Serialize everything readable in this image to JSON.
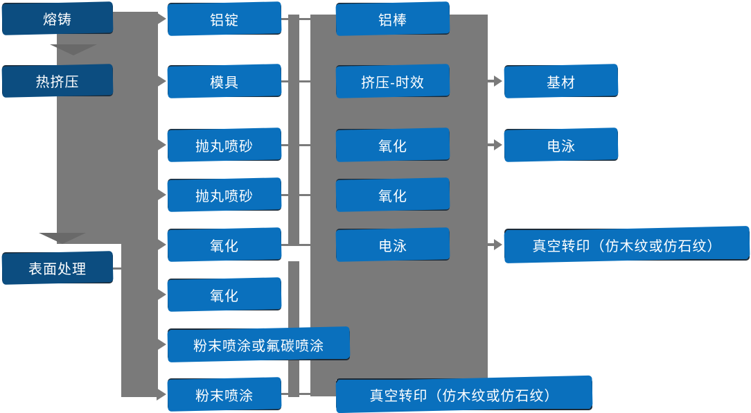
{
  "diagram": {
    "type": "flowchart",
    "language": "zh-CN",
    "colors": {
      "process_box": "#0a70bd",
      "stage_box": "#0c4d80",
      "box_border": "#1d2a36",
      "connector_gray": "#7a7a7a",
      "arrow_dark_gray": "#696969",
      "text": "#ffffff",
      "background": "#ffffff"
    },
    "nodes": {
      "melt_cast": {
        "label": "熔铸"
      },
      "hot_extrusion": {
        "label": "热挤压"
      },
      "surface_treatment": {
        "label": "表面处理"
      },
      "al_ingot": {
        "label": "铝锭"
      },
      "mold": {
        "label": "模具"
      },
      "shot_blast_1": {
        "label": "抛丸喷砂"
      },
      "shot_blast_2": {
        "label": "抛丸喷砂"
      },
      "oxidation_c2_1": {
        "label": "氧化"
      },
      "oxidation_c2_2": {
        "label": "氧化"
      },
      "powder_or_fluorocarbon": {
        "label": "粉末喷涂或氟碳喷涂"
      },
      "powder_coating": {
        "label": "粉末喷涂"
      },
      "al_rod": {
        "label": "铝棒"
      },
      "extrusion_aging": {
        "label": "挤压-时效"
      },
      "oxidation_c3_1": {
        "label": "氧化"
      },
      "oxidation_c3_2": {
        "label": "氧化"
      },
      "electrophoresis_c3": {
        "label": "电泳"
      },
      "vacuum_transfer_bottom": {
        "label": "真空转印（仿木纹或仿石纹）"
      },
      "base_material": {
        "label": "基材"
      },
      "electrophoresis_c4": {
        "label": "电泳"
      },
      "vacuum_transfer_right": {
        "label": "真空转印（仿木纹或仿石纹）"
      }
    }
  }
}
